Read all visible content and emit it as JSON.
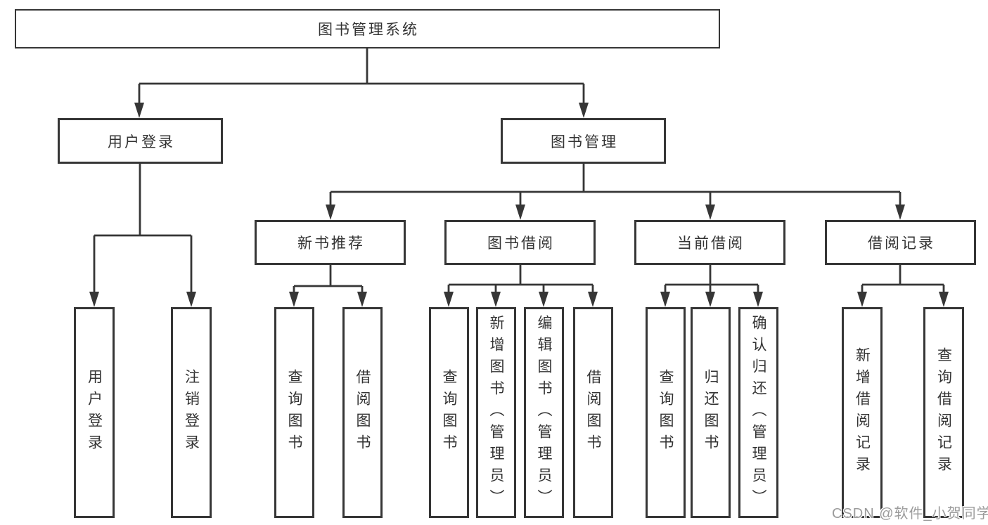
{
  "colors": {
    "line": "#363636",
    "text": "#333333",
    "background": "#ffffff",
    "watermark": "#9b9b9b"
  },
  "watermark": {
    "text": "CSDN @软件_小贺同学"
  },
  "tree": {
    "label": "图书管理系统",
    "children": [
      {
        "label": "用户登录",
        "children": [
          {
            "label": "用户登录"
          },
          {
            "label": "注销登录"
          }
        ]
      },
      {
        "label": "图书管理",
        "children": [
          {
            "label": "新书推荐",
            "children": [
              {
                "label": "查询图书"
              },
              {
                "label": "借阅图书"
              }
            ]
          },
          {
            "label": "图书借阅",
            "children": [
              {
                "label": "查询图书"
              },
              {
                "label": "新增图书（管理员）"
              },
              {
                "label": "编辑图书（管理员）"
              },
              {
                "label": "借阅图书"
              }
            ]
          },
          {
            "label": "当前借阅",
            "children": [
              {
                "label": "查询图书"
              },
              {
                "label": "归还图书"
              },
              {
                "label": "确认归还（管理员）"
              }
            ]
          },
          {
            "label": "借阅记录",
            "children": [
              {
                "label": "新增借阅记录"
              },
              {
                "label": "查询借阅记录"
              }
            ]
          }
        ]
      }
    ]
  }
}
